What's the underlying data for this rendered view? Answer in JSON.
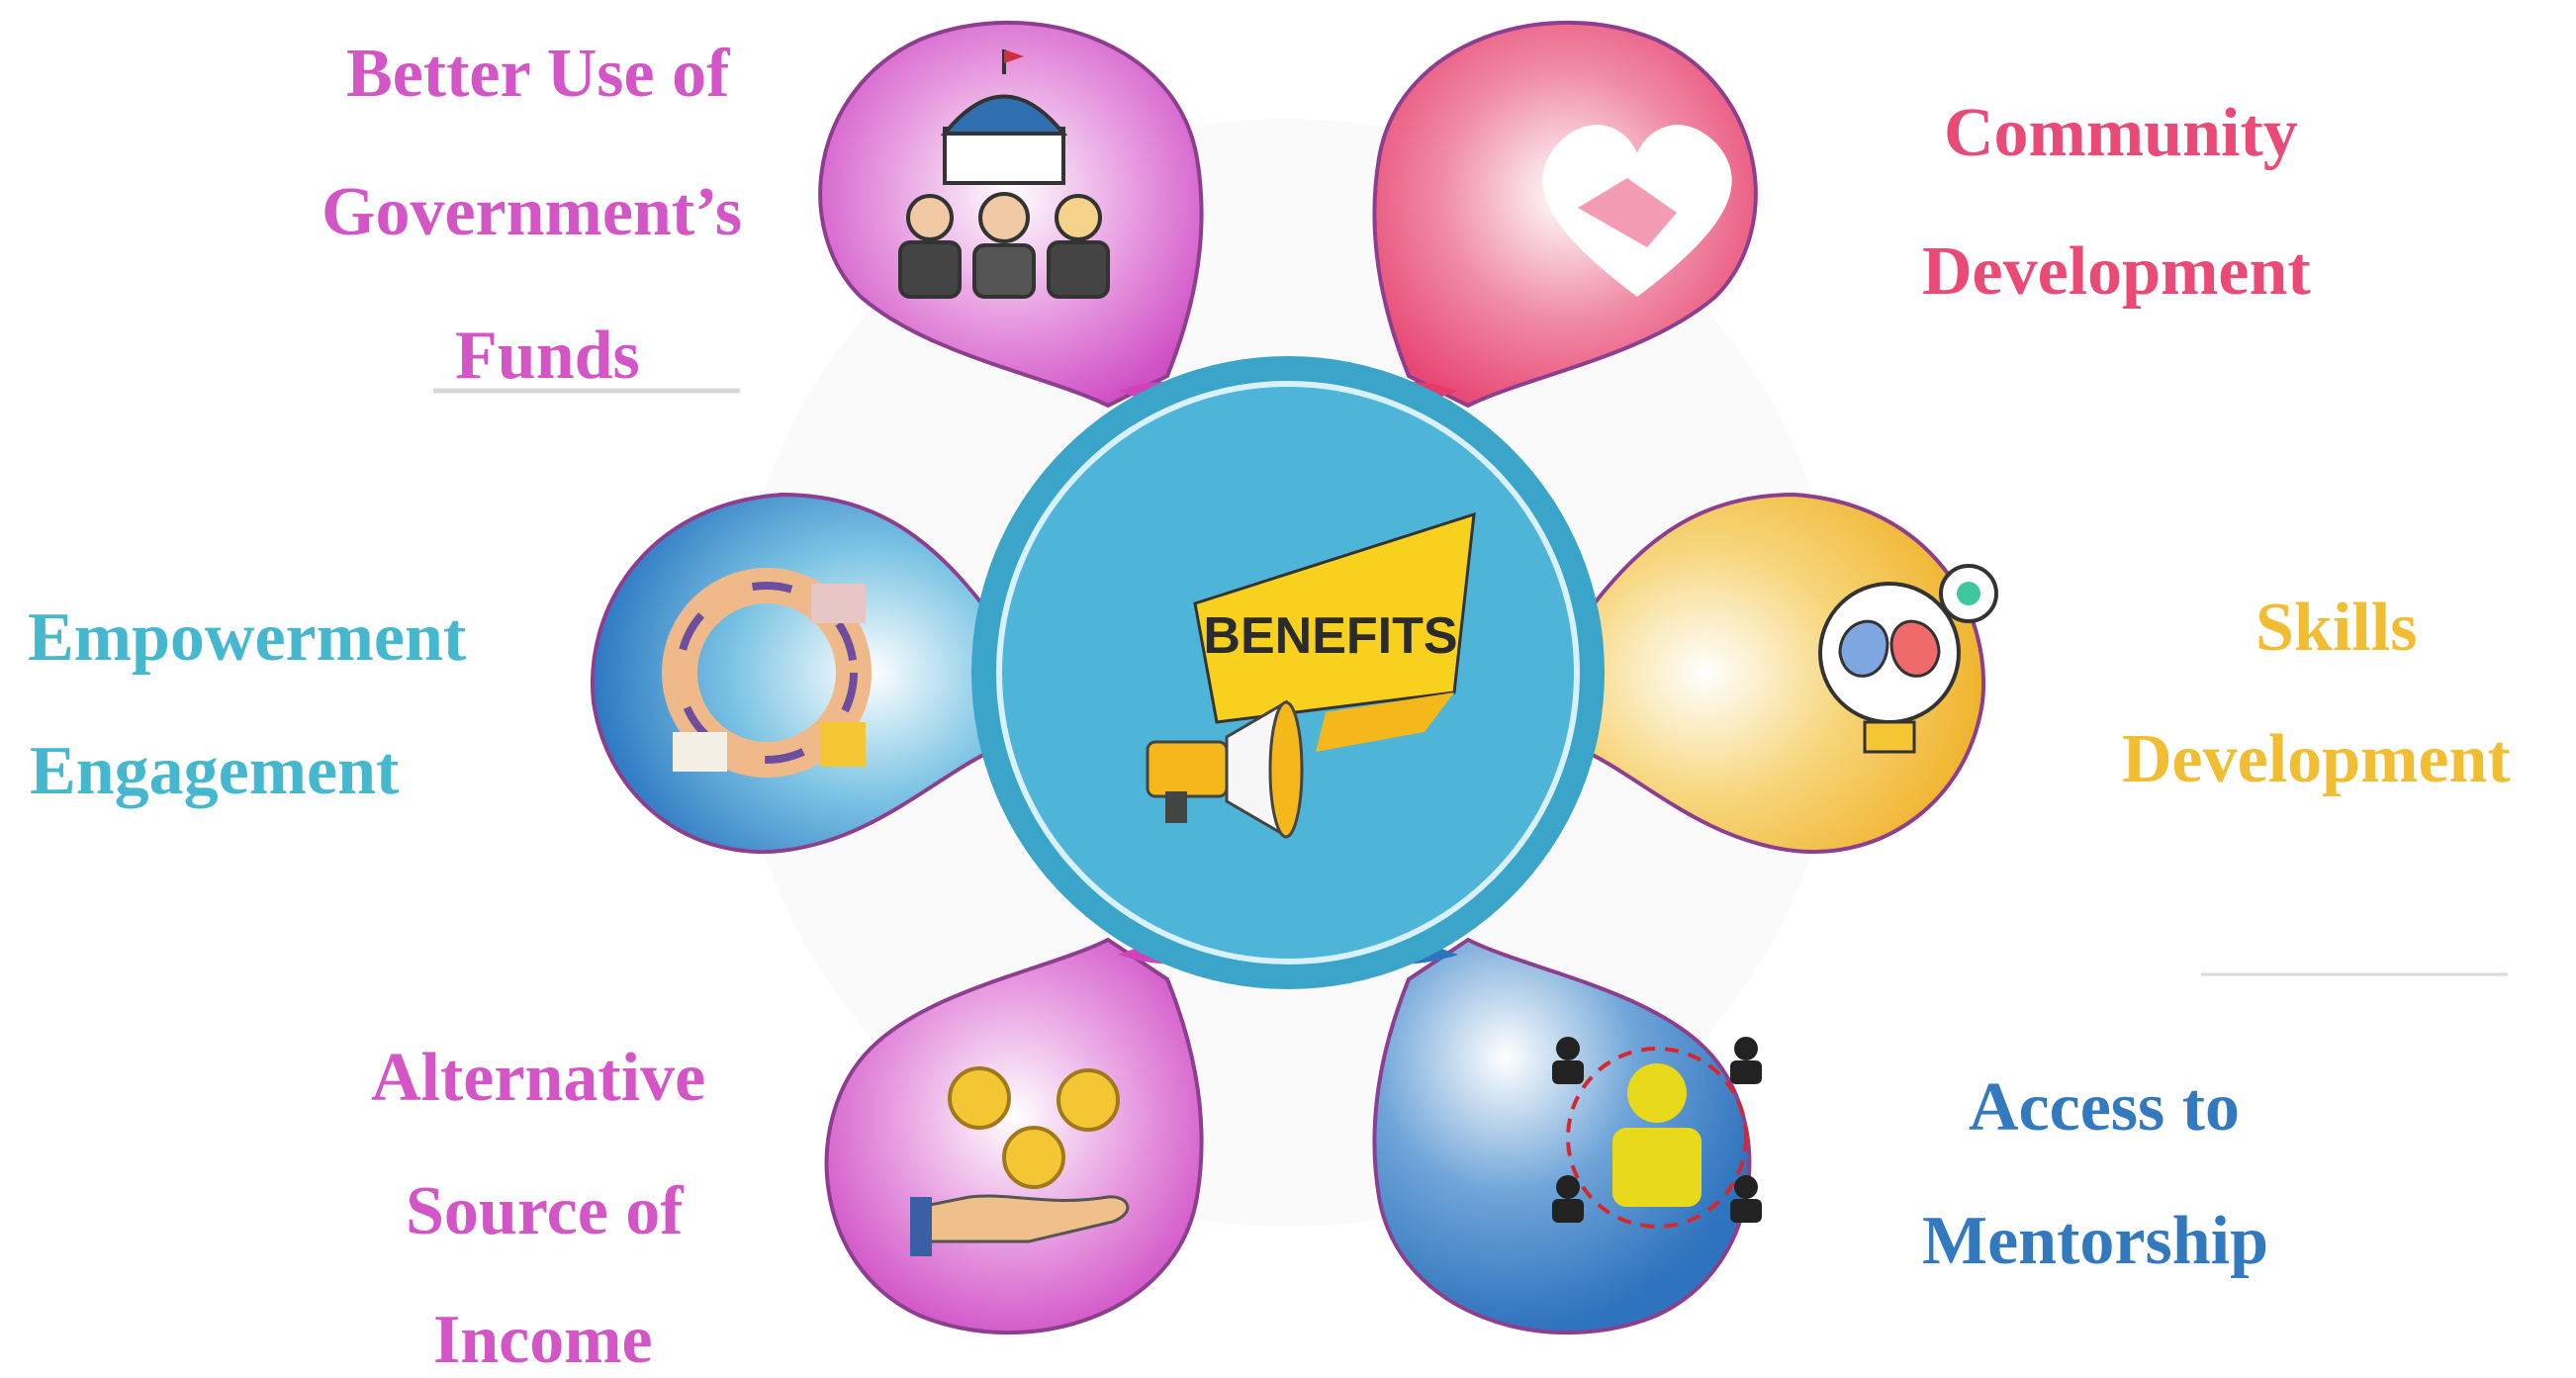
{
  "center": {
    "label": "BENEFITS"
  },
  "colors": {
    "magenta": "#d355c6",
    "pink": "#ea4a76",
    "teal": "#45b7cf",
    "orange": "#f1bd33",
    "blue": "#3279c0",
    "banner": "#f8d11e"
  },
  "benefits": [
    {
      "key": "funds",
      "lines": [
        "Better Use of",
        "Government’s",
        "Funds"
      ],
      "color": "#d355c6",
      "icon": "government-people-icon"
    },
    {
      "key": "community",
      "lines": [
        "Community",
        "Development"
      ],
      "color": "#ea4a76",
      "icon": "heart-handshake-icon"
    },
    {
      "key": "empowerment",
      "lines": [
        "Empowerment",
        "Engagement"
      ],
      "color": "#45b7cf",
      "icon": "hands-circle-icon"
    },
    {
      "key": "skills",
      "lines": [
        "Skills",
        "Development"
      ],
      "color": "#f1bd33",
      "icon": "lightbulb-brain-icon"
    },
    {
      "key": "income",
      "lines": [
        "Alternative",
        "Source of",
        "Income"
      ],
      "color": "#d355c6",
      "icon": "coins-hand-icon"
    },
    {
      "key": "mentorship",
      "lines": [
        "Access to",
        "Mentorship"
      ],
      "color": "#3279c0",
      "icon": "mentor-group-icon"
    }
  ]
}
